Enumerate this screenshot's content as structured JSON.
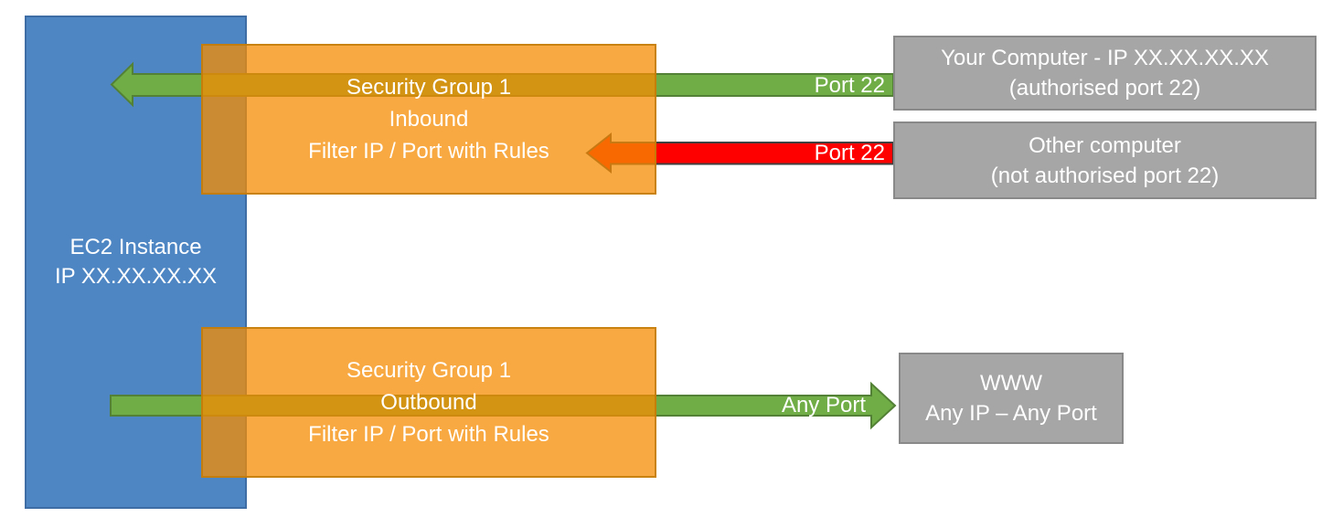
{
  "diagram": {
    "description": "EC2 Security Group inbound/outbound traffic filtering diagram",
    "ec2_instance": {
      "line1": "EC2 Instance",
      "line2": "IP XX.XX.XX.XX"
    },
    "security_group_inbound": {
      "line1": "Security Group 1",
      "line2": "Inbound",
      "line3": "Filter IP / Port with Rules"
    },
    "security_group_outbound": {
      "line1": "Security Group 1",
      "line2": "Outbound",
      "line3": "Filter IP / Port with Rules"
    },
    "your_computer": {
      "line1": "Your Computer - IP XX.XX.XX.XX",
      "line2": "(authorised port 22)"
    },
    "other_computer": {
      "line1": "Other computer",
      "line2": "(not authorised port 22)"
    },
    "www": {
      "line1": "WWW",
      "line2": "Any IP – Any Port"
    },
    "arrow_labels": {
      "inbound_allowed": "Port 22",
      "inbound_blocked": "Port 22",
      "outbound": "Any Port"
    },
    "colors": {
      "ec2_blue": "#4E86C4",
      "security_group_orange": "#F58C02",
      "allowed_green": "#70AD47",
      "blocked_red": "#FF0000",
      "external_gray": "#A6A6A6"
    }
  }
}
